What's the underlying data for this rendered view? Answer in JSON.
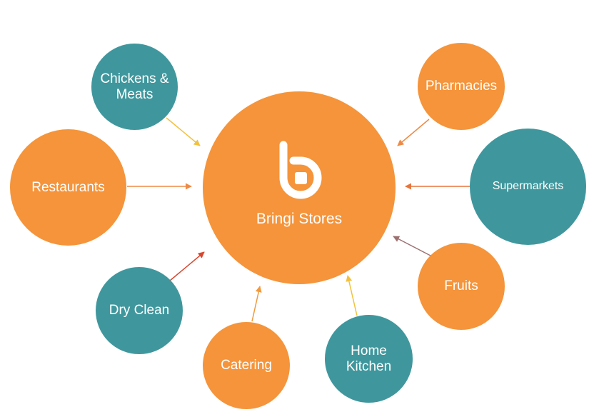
{
  "hub": {
    "label": "Bringi Stores",
    "logo_icon": "bringi-b-logo-icon",
    "color": "#f5943a"
  },
  "colors": {
    "orange": "#f5943a",
    "teal": "#3f979d",
    "white": "#ffffff"
  },
  "nodes": [
    {
      "id": "chickens-meats",
      "label": "Chickens &\nMeats",
      "color": "teal",
      "arrow_color": "#f2c23c"
    },
    {
      "id": "restaurants",
      "label": "Restaurants",
      "color": "orange",
      "arrow_color": "#ee8a45"
    },
    {
      "id": "dry-clean",
      "label": "Dry Clean",
      "color": "teal",
      "arrow_color": "#d9462e"
    },
    {
      "id": "catering",
      "label": "Catering",
      "color": "orange",
      "arrow_color": "#f09a3e"
    },
    {
      "id": "home-kitchen",
      "label": "Home\nKitchen",
      "color": "teal",
      "arrow_color": "#f2c23c"
    },
    {
      "id": "fruits",
      "label": "Fruits",
      "color": "orange",
      "arrow_color": "#9c7070"
    },
    {
      "id": "supermarkets",
      "label": "Supermarkets",
      "color": "teal",
      "arrow_color": "#e8743a"
    },
    {
      "id": "pharmacies",
      "label": "Pharmacies",
      "color": "orange",
      "arrow_color": "#ee8a45"
    }
  ]
}
